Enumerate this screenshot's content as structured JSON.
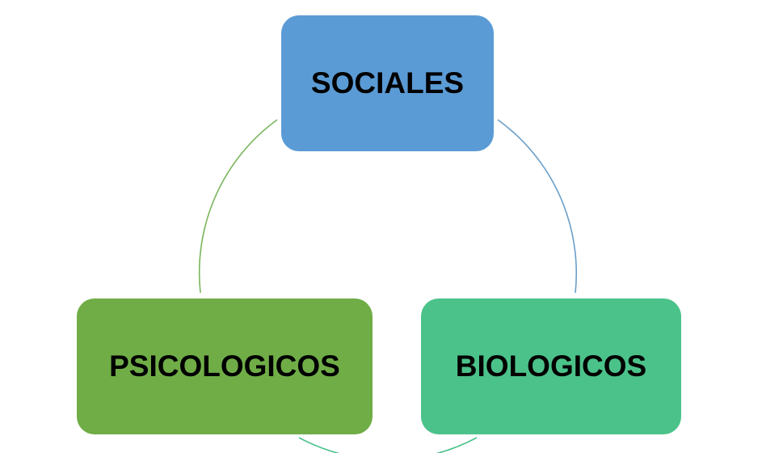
{
  "diagram": {
    "nodes": {
      "sociales": {
        "label": "SOCIALES",
        "color": "#5b9bd5"
      },
      "psicologicos": {
        "label": "PSICOLOGICOS",
        "color": "#70ad47"
      },
      "biologicos": {
        "label": "BIOLOGICOS",
        "color": "#4bc28a"
      }
    },
    "connectors": {
      "sociales_to_biologicos": {
        "color": "#6a9fc9"
      },
      "biologicos_to_psicologicos": {
        "color": "#4bc28a"
      },
      "psicologicos_to_sociales": {
        "color": "#7ab55c"
      }
    },
    "background_color": "#ffffff"
  }
}
